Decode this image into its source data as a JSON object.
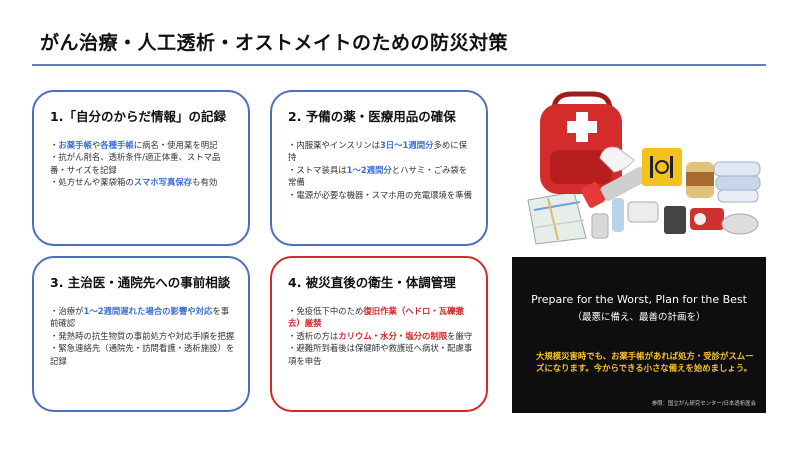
{
  "title": "がん治療・人工透析・オストメイトのための防災対策",
  "cards": [
    {
      "title": "1.「自分のからだ情報」の記録",
      "lines": [
        [
          {
            "t": "・"
          },
          {
            "t": "お薬手帳",
            "c": "blue"
          },
          {
            "t": "や"
          },
          {
            "t": "各種手帳",
            "c": "blue"
          },
          {
            "t": "に病名・使用薬を明記"
          }
        ],
        [
          {
            "t": "・抗がん剤名、透析条件/適正体重、ストマ品番・サイズを記録"
          }
        ],
        [
          {
            "t": "・処方せんや薬袋箱の"
          },
          {
            "t": "スマホ写真保存",
            "c": "blue"
          },
          {
            "t": "も有効"
          }
        ]
      ]
    },
    {
      "title": "2. 予備の薬・医療用品の確保",
      "lines": [
        [
          {
            "t": "・内服薬やインスリンは"
          },
          {
            "t": "3日〜1週間分",
            "c": "blue"
          },
          {
            "t": "多めに保持"
          }
        ],
        [
          {
            "t": "・ストマ装具は"
          },
          {
            "t": "1〜2週間分",
            "c": "blue"
          },
          {
            "t": "とハサミ・ごみ袋を常備"
          }
        ],
        [
          {
            "t": "・電源が必要な機器・スマホ用の充電環境を準備"
          }
        ]
      ]
    },
    {
      "title": "3. 主治医・通院先への事前相談",
      "lines": [
        [
          {
            "t": "・治療が"
          },
          {
            "t": "1〜2週間遅れた場合の影響や対応",
            "c": "blue"
          },
          {
            "t": "を事前確認"
          }
        ],
        [
          {
            "t": "・発熱時の抗生物質の事前処方や対応手順を把握"
          }
        ],
        [
          {
            "t": "・緊急連絡先（通院先・訪問看護・透析施設）を記録"
          }
        ]
      ]
    },
    {
      "title": "4. 被災直後の衛生・体調管理",
      "lines": [
        [
          {
            "t": "・免疫低下中のため"
          },
          {
            "t": "復旧作業（ヘドロ・瓦礫撤去）厳禁",
            "c": "red"
          }
        ],
        [
          {
            "t": "・透析の方は"
          },
          {
            "t": "カリウム・水分・塩分の制限",
            "c": "red"
          },
          {
            "t": "を厳守"
          }
        ],
        [
          {
            "t": "・避難所到着後は保健師や救護班へ病状・配慮事項を申告"
          }
        ]
      ]
    }
  ],
  "banner": {
    "heading_en": "Prepare for the Worst, Plan for the Best",
    "heading_jp": "（最悪に備え、最善の計画を）",
    "message": "大規模災害時でも、お薬手帳があれば処方・受診がスムーズになります。今からできる小さな備えを始めましょう。",
    "source": "参照：国立がん研究センター/日本透析医会"
  },
  "colors": {
    "accent_blue": "#4a6fbf",
    "accent_red": "#d12a2a",
    "highlight_blue": "#3b6fd0",
    "banner_text_yellow": "#f3c12b"
  }
}
